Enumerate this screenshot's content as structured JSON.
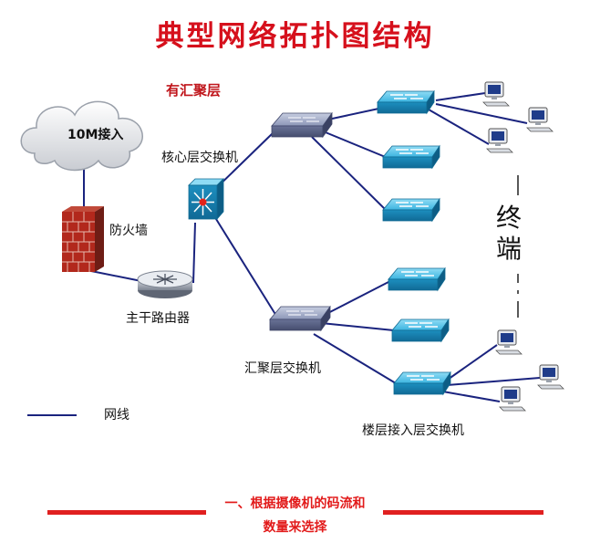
{
  "title": "典型网络拓扑图结构",
  "aggregation_note": "有汇聚层",
  "nodes": {
    "cloud": "10M接入",
    "core_switch": "核心层交换机",
    "firewall": "防火墙",
    "main_router": "主干路由器",
    "aggregation_switch": "汇聚层交换机",
    "access_switch": "楼层接入层交换机",
    "terminals": "终端"
  },
  "legend": {
    "line_label": "网线"
  },
  "footer": {
    "line1": "一、根据摄像机的码流和",
    "line2": "数量来选择"
  },
  "colors": {
    "title": "#d6101c",
    "link": "#1a237e",
    "switch": "#2aa7d6",
    "footer_bar": "#e02020"
  }
}
